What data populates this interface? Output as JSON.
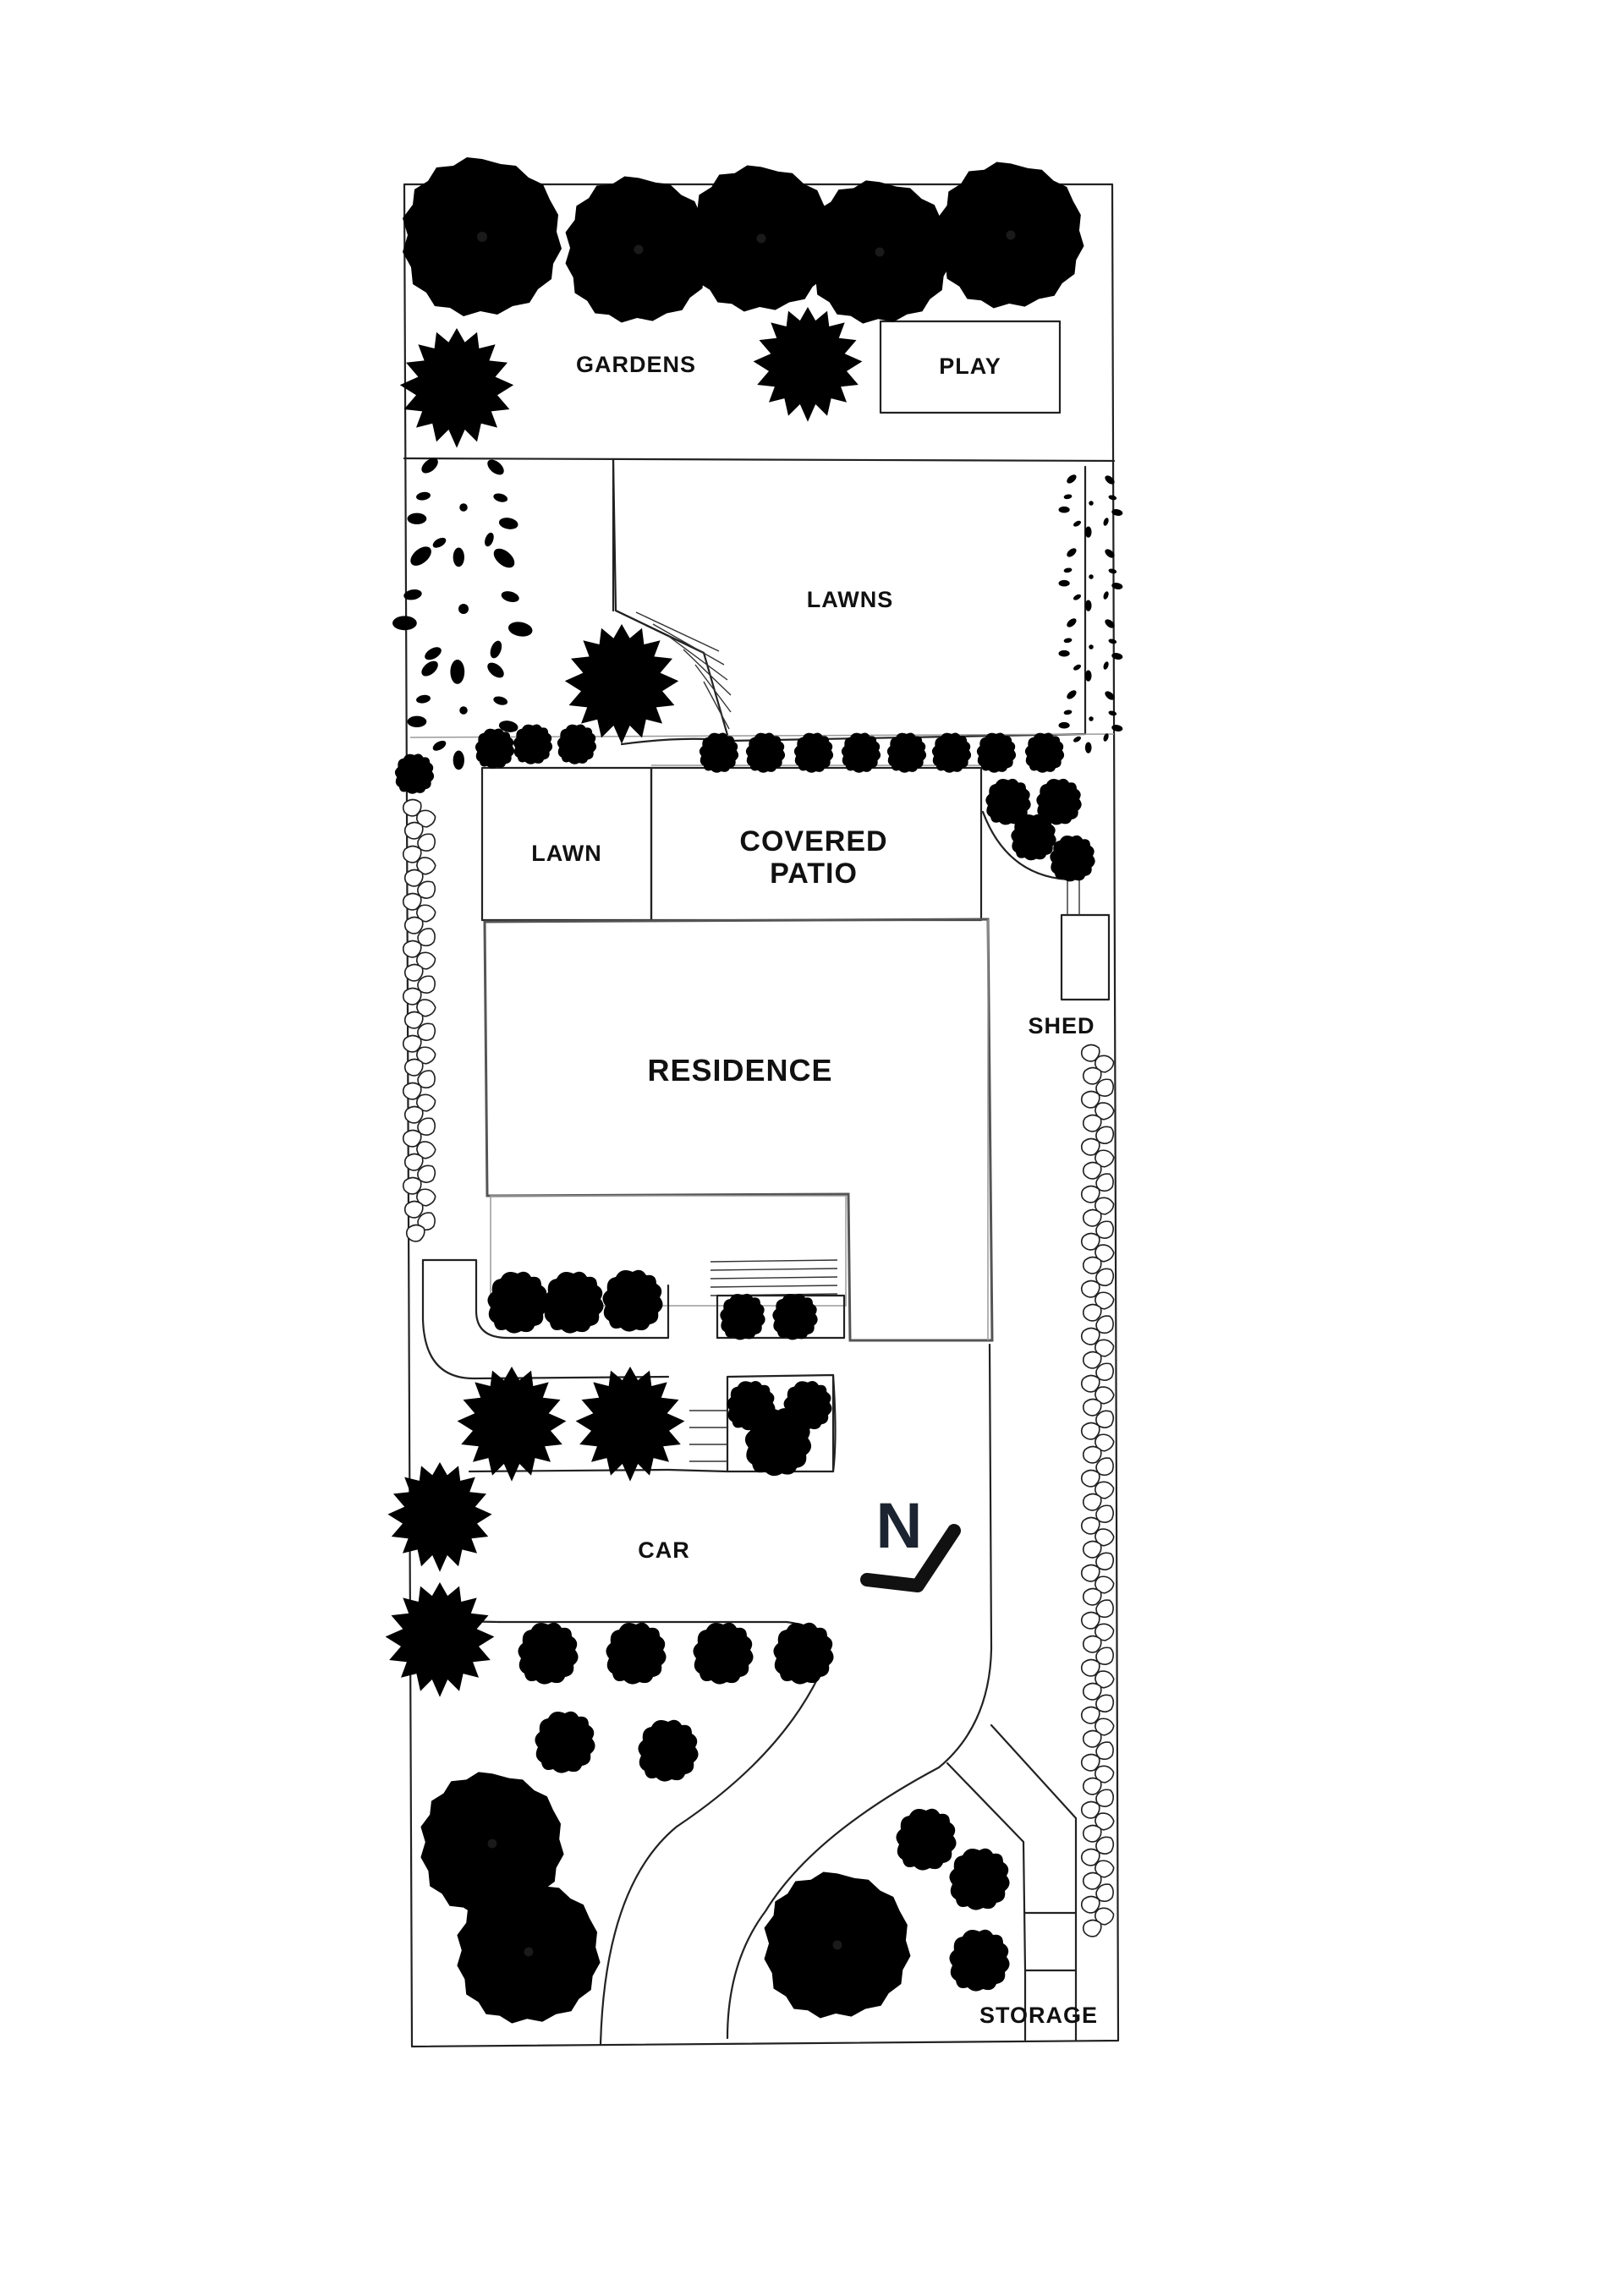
{
  "plan": {
    "labels": {
      "gardens": "GARDENS",
      "play": "PLAY",
      "lawns": "LAWNS",
      "lawn": "LAWN",
      "covered_patio_line1": "COVERED",
      "covered_patio_line2": "PATIO",
      "residence": "RESIDENCE",
      "shed": "SHED",
      "car": "CAR",
      "storage": "STORAGE"
    },
    "north_arrow": {
      "letter": "N"
    },
    "colors": {
      "ink": "#1a1a1a",
      "background": "#ffffff",
      "north_arrow": "#1b2430"
    },
    "icons": {
      "large_tree": "radial-spoke-canopy",
      "shrub": "spiky-star-shrub",
      "bush": "round-scalloped-bush",
      "ornamental_tree": "leafy-branch-tree",
      "hedge": "leaf-hedge-row",
      "north_arrow": "chevron-arrow"
    }
  }
}
